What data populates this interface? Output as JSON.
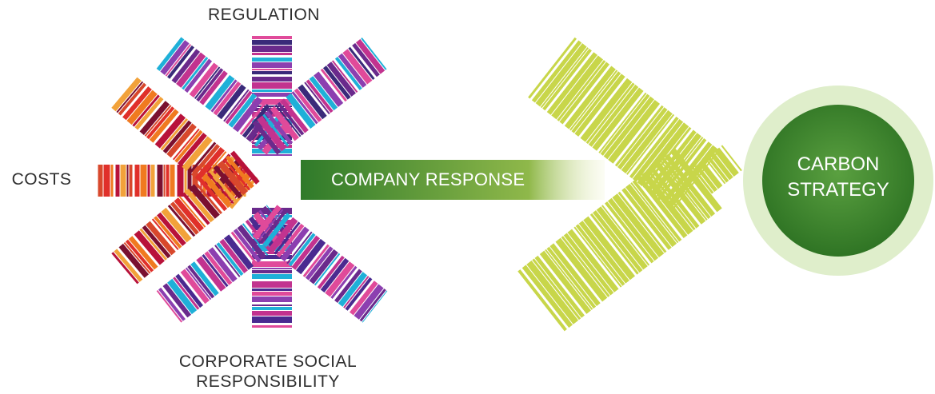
{
  "labels": {
    "regulation": "REGULATION",
    "costs": "COSTS",
    "csr_line1": "CORPORATE SOCIAL",
    "csr_line2": "RESPONSIBILITY",
    "company_response": "COMPANY RESPONSE",
    "carbon_line1": "CARBON",
    "carbon_line2": "STRATEGY"
  },
  "colors": {
    "regulation_stripes": [
      "#6a2a8c",
      "#c2338f",
      "#1fb0d8",
      "#8c3fb0",
      "#e04a9a",
      "#3a2a7a"
    ],
    "costs_stripes": [
      "#e0302a",
      "#f07a20",
      "#b8123a",
      "#f2a23a",
      "#7a1030",
      "#d8482c"
    ],
    "csr_stripes": [
      "#6a2a8c",
      "#1fb0d8",
      "#c2338f",
      "#4a2a90",
      "#e04a9a",
      "#8c3fb0"
    ],
    "green_stripes": [
      "#2f6a1e",
      "#7ab03a",
      "#0e2a10",
      "#c8d64a",
      "#c2338f",
      "#4a8a2a",
      "#1a4a1a"
    ],
    "response_arrow_start": "#2f7a2a",
    "response_arrow_end": "#d8e08a",
    "circle_inner": "#3f8a2e",
    "circle_outer": "#dfeecb"
  }
}
